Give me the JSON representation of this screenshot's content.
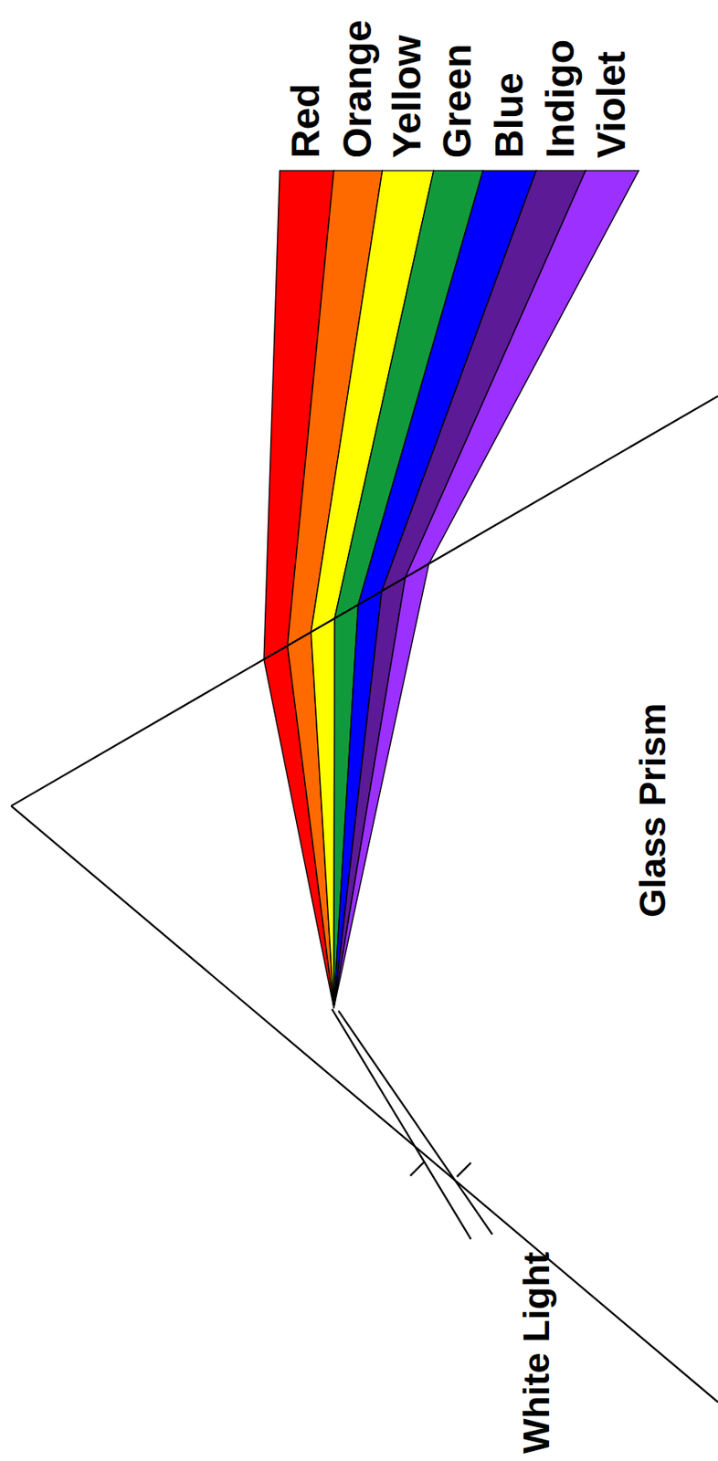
{
  "diagram": {
    "labels": [
      "Red",
      "Orange",
      "Yellow",
      "Green",
      "Blue",
      "Indigo",
      "Violet",
      "Glass Prism",
      "White Light"
    ]
  }
}
